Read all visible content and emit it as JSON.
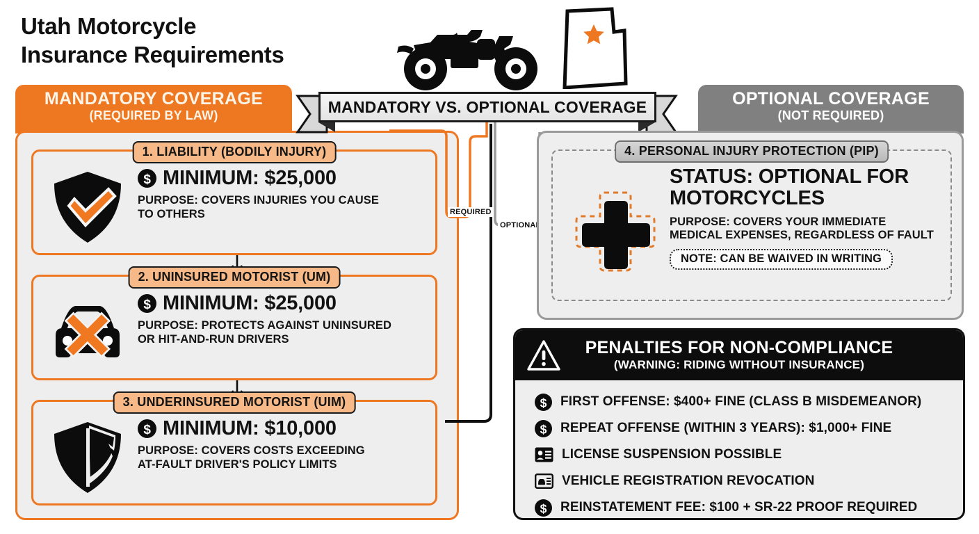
{
  "title": "Utah Motorcycle\nInsurance Requirements",
  "hero": {
    "motorcycle_icon": "motorcycle-silhouette",
    "map_icon": "utah-state-map",
    "map_star_color": "#ee7722"
  },
  "colors": {
    "orange": "#ee7722",
    "orange_light": "#f6b987",
    "gray": "#808080",
    "panel_bg": "#eeeeee",
    "black": "#0d0d0d"
  },
  "ribbon": {
    "label": "MANDATORY VS. OPTIONAL COVERAGE"
  },
  "connectors": {
    "required_label": "REQUIRED",
    "optional_label": "OPTIONAL"
  },
  "mandatory": {
    "header_title": "MANDATORY COVERAGE",
    "header_subtitle": "(REQUIRED BY LAW)",
    "cards": [
      {
        "badge": "1. LIABILITY (BODILY INJURY)",
        "minimum": "MINIMUM: $25,000",
        "purpose": "PURPOSE: COVERS INJURIES YOU CAUSE\nTO OTHERS",
        "icon": "shield-check-icon"
      },
      {
        "badge": "2. UNINSURED MOTORIST (UM)",
        "minimum": "MINIMUM: $25,000",
        "purpose": "PURPOSE: PROTECTS AGAINST UNINSURED\nOR HIT-AND-RUN DRIVERS",
        "icon": "car-x-icon"
      },
      {
        "badge": "3. UNDERINSURED MOTORIST (UIM)",
        "minimum": "MINIMUM: $10,000",
        "purpose": "PURPOSE: COVERS COSTS EXCEEDING\nAT-FAULT DRIVER'S POLICY LIMITS",
        "icon": "shield-partial-icon"
      }
    ]
  },
  "optional": {
    "header_title": "OPTIONAL COVERAGE",
    "header_subtitle": "(NOT REQUIRED)",
    "card": {
      "badge": "4. PERSONAL INJURY PROTECTION (PIP)",
      "status": "STATUS: OPTIONAL FOR\nMOTORCYCLES",
      "purpose": "PURPOSE: COVERS YOUR IMMEDIATE\nMEDICAL EXPENSES, REGARDLESS OF FAULT",
      "note": "NOTE: CAN BE WAIVED IN WRITING",
      "icon": "medical-cross-icon"
    }
  },
  "penalties": {
    "header_title": "PENALTIES FOR NON-COMPLIANCE",
    "header_subtitle": "(WARNING: RIDING WITHOUT INSURANCE)",
    "warning_icon": "warning-triangle-icon",
    "items": [
      {
        "icon": "dollar-circle-icon",
        "text": "FIRST OFFENSE: $400+ FINE (CLASS B MISDEMEANOR)"
      },
      {
        "icon": "dollar-circle-icon",
        "text": "REPEAT OFFENSE (WITHIN 3 YEARS): $1,000+ FINE"
      },
      {
        "icon": "id-card-icon",
        "text": "LICENSE SUSPENSION POSSIBLE"
      },
      {
        "icon": "vehicle-registration-icon",
        "text": "VEHICLE REGISTRATION REVOCATION"
      },
      {
        "icon": "dollar-circle-icon",
        "text": "REINSTATEMENT FEE: $100 + SR-22 PROOF REQUIRED"
      }
    ]
  }
}
